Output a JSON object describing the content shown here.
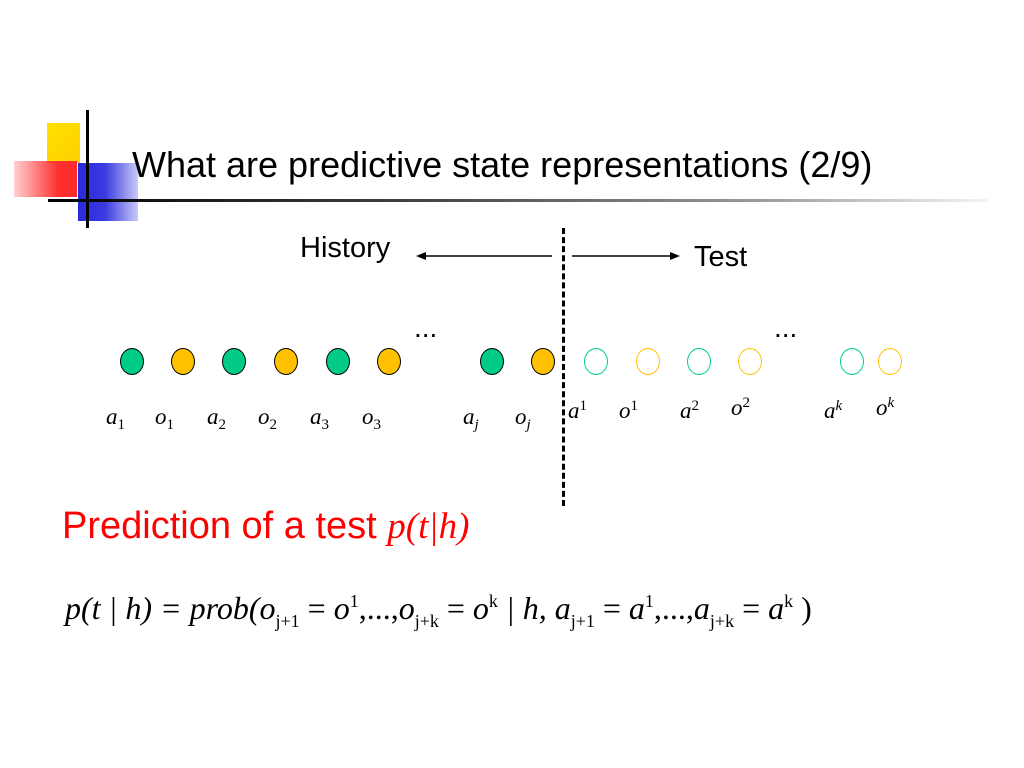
{
  "slide": {
    "title": "What are predictive state representations (2/9)",
    "history_label": "History",
    "test_label": "Test",
    "ellipsis_left": "...",
    "ellipsis_right": "...",
    "prediction_text": "Prediction of a test ",
    "prediction_math": "p(t|h)",
    "colors": {
      "action": "#00cc88",
      "observation": "#ffc000",
      "prediction": "#ff0000"
    }
  },
  "circles": [
    {
      "kind": "action",
      "filled": true
    },
    {
      "kind": "observation",
      "filled": true
    },
    {
      "kind": "action",
      "filled": true
    },
    {
      "kind": "observation",
      "filled": true
    },
    {
      "kind": "action",
      "filled": true
    },
    {
      "kind": "observation",
      "filled": true
    },
    {
      "kind": "action",
      "filled": true
    },
    {
      "kind": "observation",
      "filled": true
    },
    {
      "kind": "action",
      "filled": false
    },
    {
      "kind": "observation",
      "filled": false
    },
    {
      "kind": "action",
      "filled": false
    },
    {
      "kind": "observation",
      "filled": false
    },
    {
      "kind": "action",
      "filled": false
    },
    {
      "kind": "observation",
      "filled": false
    }
  ],
  "labels": [
    {
      "base": "a",
      "sub": "1"
    },
    {
      "base": "o",
      "sub": "1"
    },
    {
      "base": "a",
      "sub": "2"
    },
    {
      "base": "o",
      "sub": "2"
    },
    {
      "base": "a",
      "sub": "3"
    },
    {
      "base": "o",
      "sub": "3"
    },
    {
      "base": "a",
      "sub": "j"
    },
    {
      "base": "o",
      "sub": "j"
    },
    {
      "base": "a",
      "sup": "1"
    },
    {
      "base": "o",
      "sup": "1"
    },
    {
      "base": "a",
      "sup": "2"
    },
    {
      "base": "o",
      "sup": "2"
    },
    {
      "base": "a",
      "sup": "k"
    },
    {
      "base": "o",
      "sup": "k"
    }
  ],
  "formula": {
    "lhs": "p(t | h) = prob(",
    "o": "o",
    "sub_j1": "j+1",
    "eq": " = ",
    "sup_1": "1",
    "dots": ",...,",
    "sub_jk": "j+k",
    "sup_k": "k",
    "given": " | h, ",
    "a": "a",
    "close": " )"
  }
}
